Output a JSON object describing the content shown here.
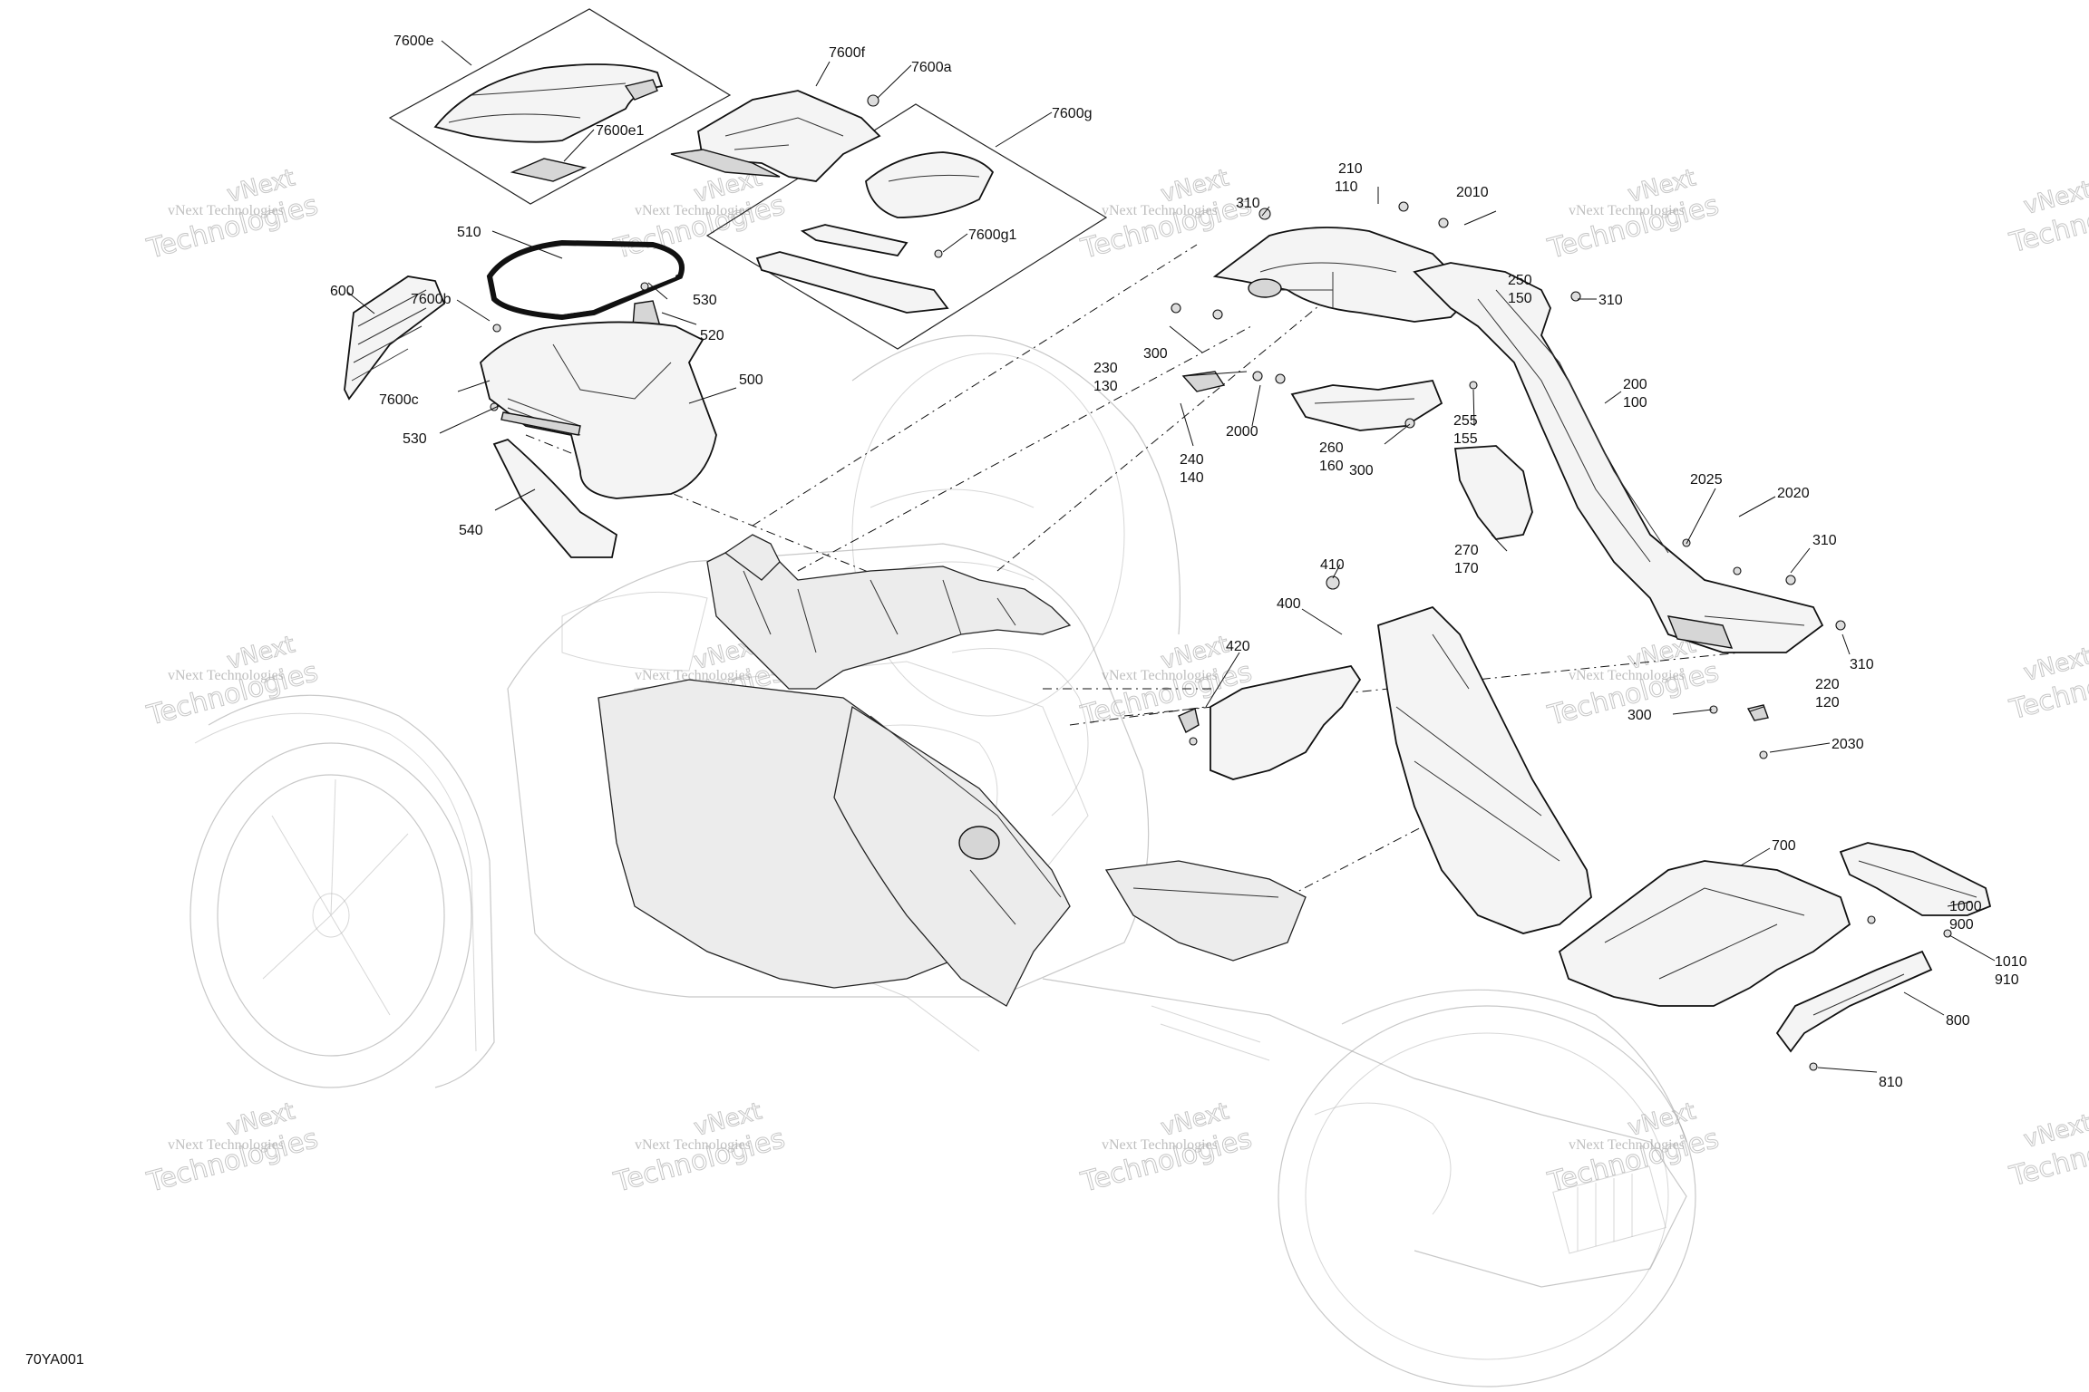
{
  "diagram_code": "70YA001",
  "watermark": {
    "line1": "vNext Technologies",
    "big1": "vNext",
    "big2": "Technologies"
  },
  "labels": {
    "l7600e": "7600e",
    "l7600f": "7600f",
    "l7600a": "7600a",
    "l7600e1": "7600e1",
    "l7600g": "7600g",
    "l7600g1": "7600g1",
    "l510": "510",
    "l530a": "530",
    "l520": "520",
    "l600": "600",
    "l7600b": "7600b",
    "l7600c": "7600c",
    "l530b": "530",
    "l500": "500",
    "l540": "540",
    "l310a": "310",
    "l210": "210",
    "l110": "110",
    "l2010": "2010",
    "l250": "250",
    "l150": "150",
    "l310b": "310",
    "l300a": "300",
    "l230": "230",
    "l130": "130",
    "l2000": "2000",
    "l260": "260",
    "l160": "160",
    "l300b": "300",
    "l255": "255",
    "l155": "155",
    "l200": "200",
    "l100": "100",
    "l240": "240",
    "l140": "140",
    "l270": "270",
    "l170": "170",
    "l2025": "2025",
    "l2020": "2020",
    "l310c": "310",
    "l410": "410",
    "l400": "400",
    "l420": "420",
    "l310d": "310",
    "l220": "220",
    "l120": "120",
    "l300c": "300",
    "l2030": "2030",
    "l700": "700",
    "l1000": "1000",
    "l900": "900",
    "l1010": "1010",
    "l910": "910",
    "l800": "800",
    "l810": "810"
  }
}
